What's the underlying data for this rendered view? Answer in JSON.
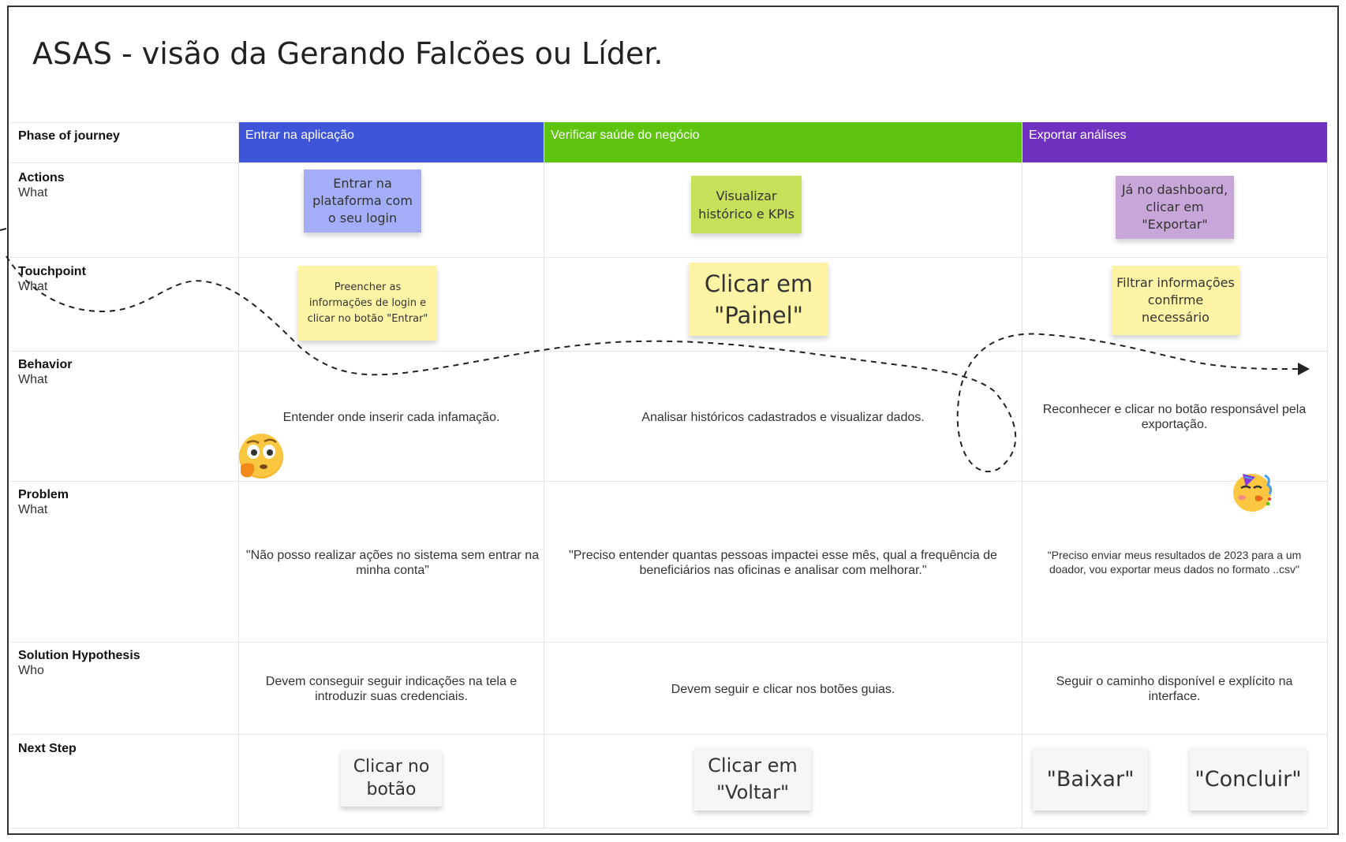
{
  "title": "ASAS - visão da Gerando Falcões ou Líder.",
  "rows": {
    "phase": {
      "label": "Phase of journey"
    },
    "actions": {
      "label": "Actions",
      "sub": "What"
    },
    "touchpoint": {
      "label": "Touchpoint",
      "sub": "What"
    },
    "behavior": {
      "label": "Behavior",
      "sub": "What"
    },
    "problem": {
      "label": "Problem",
      "sub": "What"
    },
    "solution": {
      "label": "Solution Hypothesis",
      "sub": "Who"
    },
    "next": {
      "label": "Next Step"
    }
  },
  "phases": [
    {
      "label": "Entrar na aplicação",
      "color": "#3f55d9"
    },
    {
      "label": "Verificar saúde do negócio",
      "color": "#5ec40f"
    },
    {
      "label": "Exportar análises",
      "color": "#7031c0"
    }
  ],
  "actions": [
    {
      "text": "Entrar na plataforma com o seu login",
      "color": "#a4aef8"
    },
    {
      "text": "Visualizar histórico e KPIs",
      "color": "#c6e05a"
    },
    {
      "text": "Já no dashboard, clicar em \"Exportar\"",
      "color": "#c9a6da"
    }
  ],
  "touchpoints": [
    {
      "text": "Preencher as informações de login e clicar no botão \"Entrar\"",
      "color": "#fdf5a5"
    },
    {
      "text": "Clicar em \"Painel\"",
      "color": "#fdf5a5"
    },
    {
      "text": "Filtrar informações confirme necessário",
      "color": "#fdf5a5"
    }
  ],
  "behaviors": [
    "Entender onde inserir cada infamação.",
    "Analisar históricos cadastrados e visualizar dados.",
    "Reconhecer e clicar no botão responsável pela exportação."
  ],
  "problems": [
    "\"Não posso realizar ações no sistema sem entrar na minha conta\"",
    "\"Preciso entender quantas pessoas impactei esse mês, qual a frequência de beneficiários nas oficinas e analisar com melhorar.\"",
    "\"Preciso enviar meus resultados de 2023 para a um doador, vou exportar meus dados no formato ..csv\""
  ],
  "solutions": [
    "Devem conseguir seguir indicações na tela e introduzir suas credenciais.",
    "Devem seguir e clicar nos botões guias.",
    "Seguir o caminho disponível e explícito na interface."
  ],
  "next_steps": [
    {
      "text": "Clicar no botão"
    },
    {
      "text": "Clicar em \"Voltar\""
    },
    {
      "text": "\"Baixar\""
    },
    {
      "text": "\"Concluir\""
    }
  ],
  "emojis": [
    "thinking-face-icon",
    "party-face-icon"
  ]
}
